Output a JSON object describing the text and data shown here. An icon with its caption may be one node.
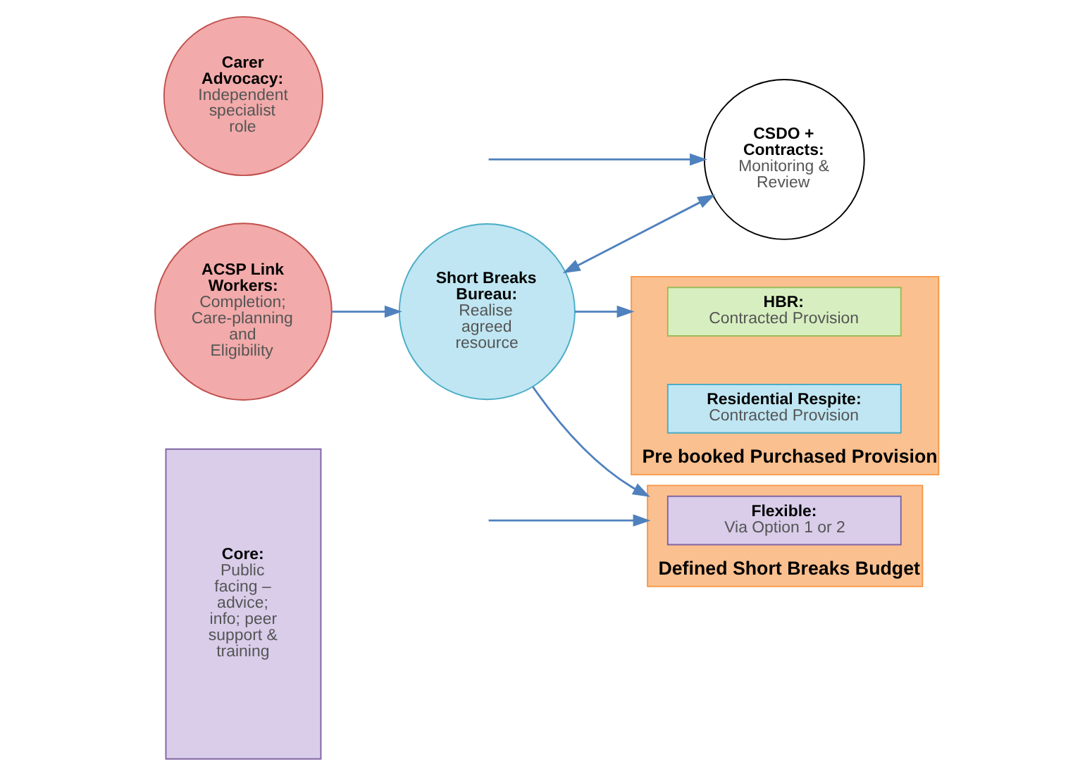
{
  "diagram": {
    "nodes": [
      {
        "text": [
          "Core:",
          "Public facing – advice; info; peer support & training"
        ]
      },
      {
        "text": [
          "ACSP Link Workers:",
          "Completion; Care-planning and Eligibility"
        ]
      },
      {
        "text": [
          "Carer Advocacy:",
          "Independent specialist role"
        ]
      },
      {
        "text": [
          "Short Breaks Bureau:",
          "Realise agreed resource"
        ]
      },
      {
        "text": [
          "CSDO + Contracts:",
          "Monitoring & Review"
        ]
      },
      {
        "text": [
          "Pre booked Purchased Provision"
        ]
      },
      {
        "text": [
          "HBR:",
          "Contracted Provision"
        ],
        "in": 5
      },
      {
        "text": [
          "Residential Respite:",
          "Contracted Provision"
        ],
        "in": 5
      },
      {
        "text": [
          "Defined Short Breaks Budget"
        ]
      },
      {
        "text": [
          "Flexible:",
          "Via Option 1 or 2"
        ],
        "in": 8
      }
    ],
    "edges": [
      {
        "from": 1,
        "to": 3,
        "arrow": "to"
      },
      {
        "from": 3,
        "to": 5,
        "arrow": "to"
      },
      {
        "from": 3,
        "to": 8,
        "arrow": "to"
      },
      {
        "from": 3,
        "to": 4,
        "arrow": "both"
      },
      {
        "from": null,
        "to": 4,
        "arrow": "to"
      },
      {
        "from": null,
        "to": 8,
        "arrow": "to"
      }
    ]
  }
}
